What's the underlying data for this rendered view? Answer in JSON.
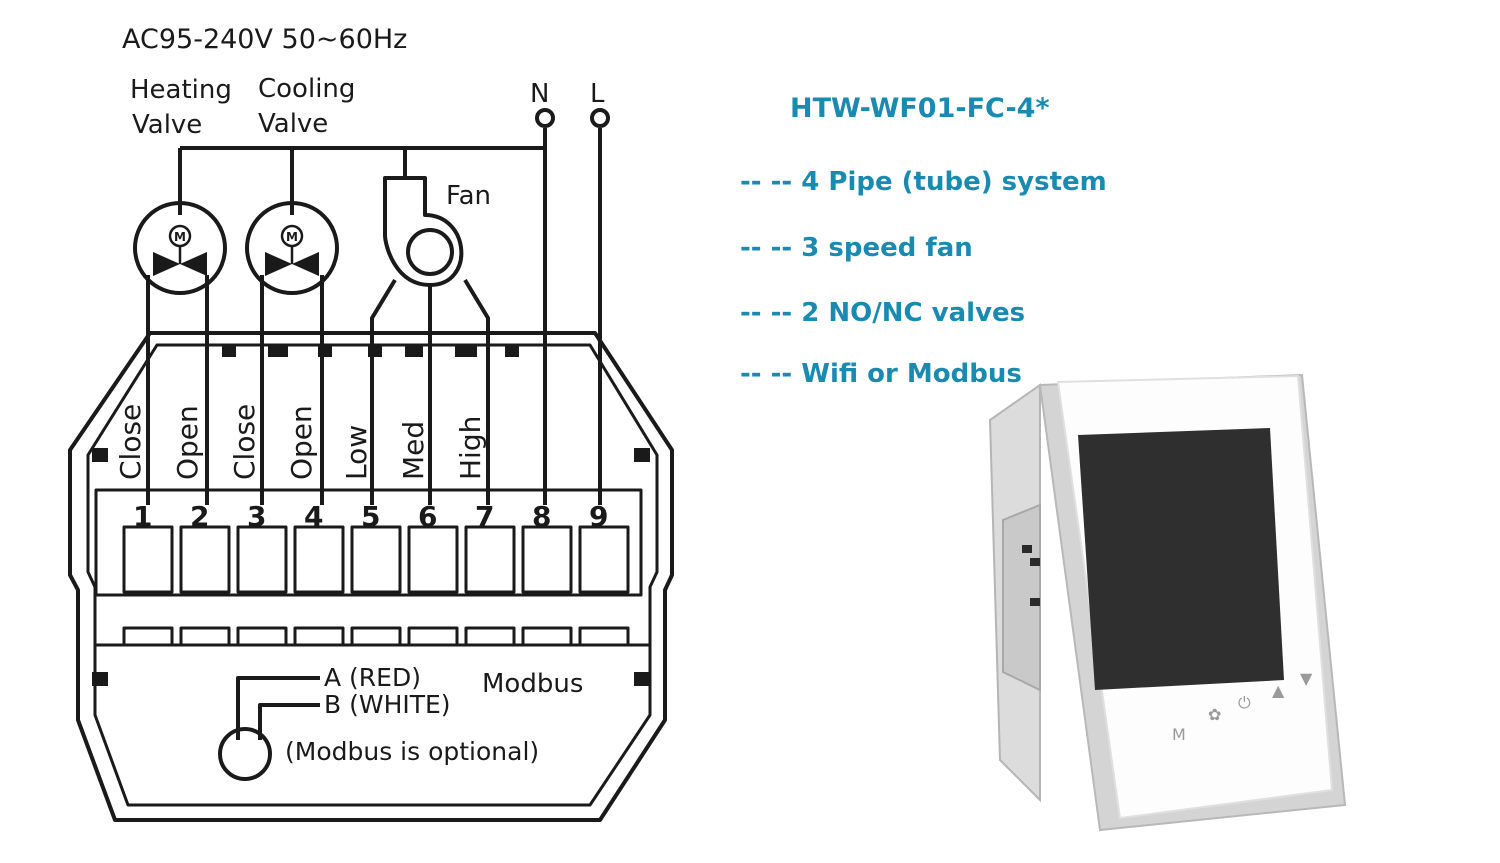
{
  "power": {
    "label": "AC95-240V  50~60Hz"
  },
  "components": {
    "heating_valve": [
      "Heating",
      "Valve"
    ],
    "cooling_valve": [
      "Cooling",
      "Valve"
    ],
    "fan": "Fan",
    "neutral": "N",
    "live": "L",
    "motor_symbol": "M"
  },
  "terminals": [
    {
      "number": "1",
      "label": "Close"
    },
    {
      "number": "2",
      "label": "Open"
    },
    {
      "number": "3",
      "label": "Close"
    },
    {
      "number": "4",
      "label": "Open"
    },
    {
      "number": "5",
      "label": "Low"
    },
    {
      "number": "6",
      "label": "Med"
    },
    {
      "number": "7",
      "label": "High"
    },
    {
      "number": "8",
      "label": ""
    },
    {
      "number": "9",
      "label": ""
    }
  ],
  "modbus": {
    "wire_a": "A (RED)",
    "wire_b": "B (WHITE)",
    "title": "Modbus",
    "note": "(Modbus is optional)"
  },
  "product": {
    "model": "HTW-WF01-FC-4*",
    "features": [
      "-- -- 4 Pipe (tube) system",
      "-- -- 3 speed fan",
      "-- -- 2 NO/NC valves",
      "-- -- Wifi or Modbus"
    ],
    "button_icons": [
      "mode-icon",
      "fan-icon",
      "power-icon",
      "up-icon",
      "down-icon"
    ],
    "accent_color": "#1a8ab0"
  }
}
